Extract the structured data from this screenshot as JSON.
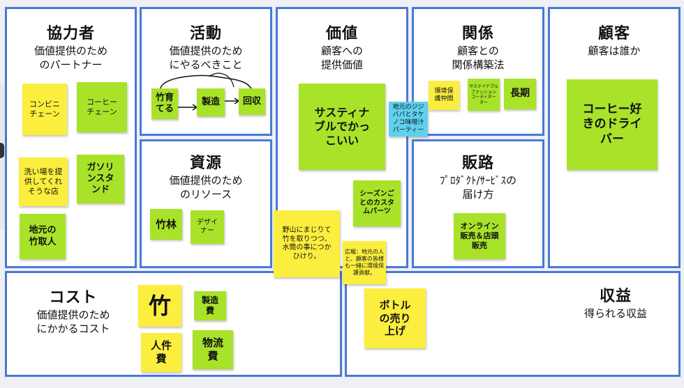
{
  "canvas": {
    "partners": {
      "title": "協力者",
      "subtitle": "価値提供のため\nのパートナー"
    },
    "activities": {
      "title": "活動",
      "subtitle": "価値提供のため\nにやるべきこと"
    },
    "value": {
      "title": "価値",
      "subtitle": "顧客への\n提供価値"
    },
    "relationships": {
      "title": "関係",
      "subtitle": "顧客との\n関係構築法"
    },
    "customers": {
      "title": "顧客",
      "subtitle": "顧客は誰か"
    },
    "resources": {
      "title": "資源",
      "subtitle": "価値提供のため\nのリソース"
    },
    "channels": {
      "title": "販路",
      "subtitle": "ﾌﾟﾛﾀﾞｸﾄ/ｻｰﾋﾞｽの\n届け方"
    },
    "cost": {
      "title": "コスト",
      "subtitle": "価値提供のため\nにかかるコスト"
    },
    "revenue": {
      "title": "収益",
      "subtitle": "得られる収益"
    }
  },
  "notes": {
    "convenience": "コンビニ\nチェーン",
    "coffee_chain": "コーヒー\nチェーン",
    "car_wash": "洗い場を提\n供してくれ\nそうな店",
    "gas_station": "ガソリ\nンスタ\nンド",
    "bamboo_cutter": "地元の\n竹取人",
    "grow_bamboo": "竹育\nてる",
    "manufacture": "製造",
    "collect": "回収",
    "sustainable_cool": "サスティナ\nブルでかっ\nこいい",
    "local_partners": "地元のジジ\nババとタケ\nノコ味噌汁\nパーティー",
    "env_friends": "環境保\n護仲間",
    "fashion_coordinator": "サステイナブル\nファッション\nコーディネー\nター",
    "long_term": "長期",
    "coffee_driver": "コーヒー好\nきのドライ\nバー",
    "bamboo_forest": "竹林",
    "designer": "デザイ\nナー",
    "seasonal_parts": "シーズンご\nとのカスタ\nムパーツ",
    "mountain_story": "野山にまじりて\n竹を取りつつ、\n水筒の事につか\nひけり。",
    "pr_note": "広報：地元の人\nと、顧客の皆様\nも一緒に環境保\n護貢献。",
    "online_sales": "オンライン\n販売＆店頭\n販売",
    "bamboo_cost": "竹",
    "manufacturing_cost": "製造\n費",
    "labor_cost": "人件\n費",
    "logistics_cost": "物流\n費",
    "bottle_sales": "ボトル\nの売り\n上げ"
  },
  "colors": {
    "border": "#4a78d6",
    "yellow": "#fbee3f",
    "green": "#a8e32a",
    "blue": "#5fd0ee"
  }
}
